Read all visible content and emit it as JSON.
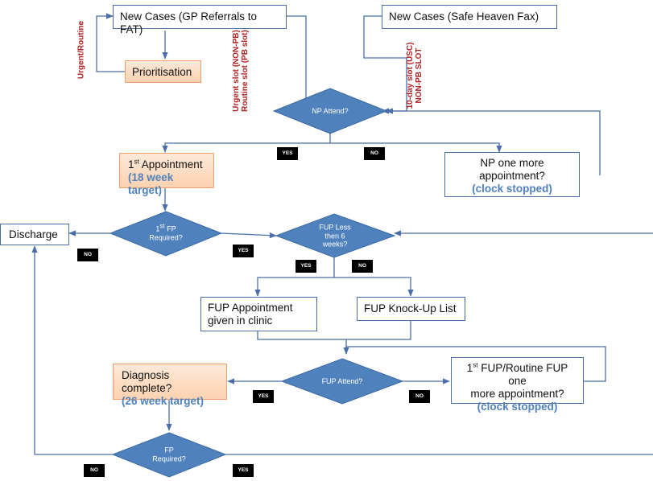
{
  "boxes": {
    "new_cases_gp": "New Cases (GP Referrals to FAT)",
    "new_cases_fax": "New Cases (Safe Heaven  Fax)",
    "prioritisation": "Prioritisation",
    "first_appt_main": "Appointment",
    "first_appt_sup": "st",
    "first_appt_num": "1",
    "first_appt_target": "(18 week target)",
    "np_more_line1": "NP one more",
    "np_more_line2": "appointment?",
    "np_more_clock": "(clock stopped)",
    "discharge": "Discharge",
    "fup_given": "FUP Appointment given in clinic",
    "fup_knock": "FUP Knock-Up List",
    "diag_line1": "Diagnosis complete?",
    "diag_target": "(26 week target)",
    "fup_more_num": "1",
    "fup_more_sup": "st",
    "fup_more_line1": " FUP/Routine FUP one",
    "fup_more_line2": "more appointment?",
    "fup_more_clock": "(clock stopped)"
  },
  "decisions": {
    "np_attend": "NP Attend?",
    "fp1_a": "1",
    "fp1_sup": "st",
    "fp1_b": " FP",
    "fp1_c": "Required?",
    "fup_less_1": "FUP Less",
    "fup_less_2": "then 6",
    "fup_less_3": "weeks?",
    "fup_attend": "FUP Attend?",
    "fp_req_1": "FP",
    "fp_req_2": "Required?"
  },
  "labels": {
    "urgent_routine": "Urgent/Routine",
    "urgent_slot_1": "Urgent slot (NON-PB)",
    "urgent_slot_2": "Routine slot (PB slot)",
    "ten_day_1": "10-day slot (USC)",
    "ten_day_2": "NON-PB SLOT"
  },
  "tags": {
    "yes": "YES",
    "no": "NO"
  },
  "colors": {
    "line": "#4a6fa8",
    "diamond_fill": "#4f81bd",
    "orange_fill": "#fbd4b4",
    "red_text": "#b22222"
  }
}
